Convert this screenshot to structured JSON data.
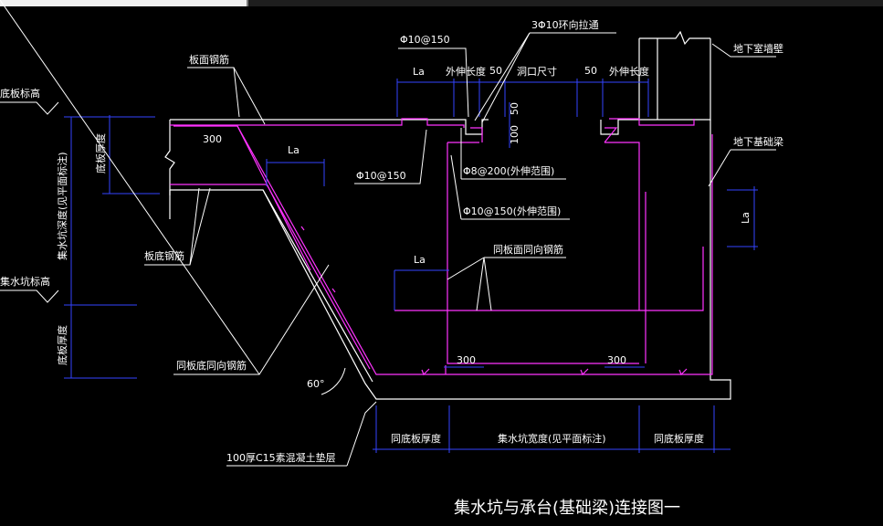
{
  "labels": {
    "top_slab_rebar": "板面钢筋",
    "bottom_slab_rebar": "板底钢筋",
    "slab_top_elev": "底板标高",
    "pit_elev": "集水坑标高",
    "slab_thickness_left": "底板厚度",
    "pit_depth": "集水坑深度(见平面标注)",
    "slab_thickness_lower": "底板厚度",
    "same_bottom_dir_rebar": "同板底同向钢筋",
    "same_top_dir_rebar": "同板面同向钢筋",
    "cushion": "100厚C15素混凝土垫层",
    "ring_tie": "3Φ10环向拉通",
    "rebar_top": "Φ10@150",
    "rebar_mid": "Φ10@150",
    "stirrup_ext": "Φ8@200(外伸范围)",
    "rebar_ext": "Φ10@150(外伸范围)",
    "basement_wall": "地下室墙壁",
    "foundation_beam": "地下基础梁",
    "ext_length_left": "外伸长度",
    "ext_length_right": "外伸长度",
    "opening_size": "洞口尺寸",
    "dim_50_a": "50",
    "dim_50_b": "50",
    "dim_50_v": "50",
    "dim_100_v": "100",
    "la_1": "La",
    "la_2": "La",
    "la_3": "La",
    "la_4": "La",
    "dim_300_a": "300",
    "dim_300_b": "300",
    "dim_300_c": "300",
    "angle": "60°",
    "bottom_thk_a": "同底板厚度",
    "pit_width": "集水坑宽度(见平面标注)",
    "bottom_thk_b": "同底板厚度",
    "title": "集水坑与承台(基础梁)连接图一"
  },
  "colors": {
    "concrete_outline": "#ffffff",
    "rebar": "#ff33ff",
    "dimension": "#3333ff",
    "leader": "#ffffff",
    "background": "#000000"
  }
}
